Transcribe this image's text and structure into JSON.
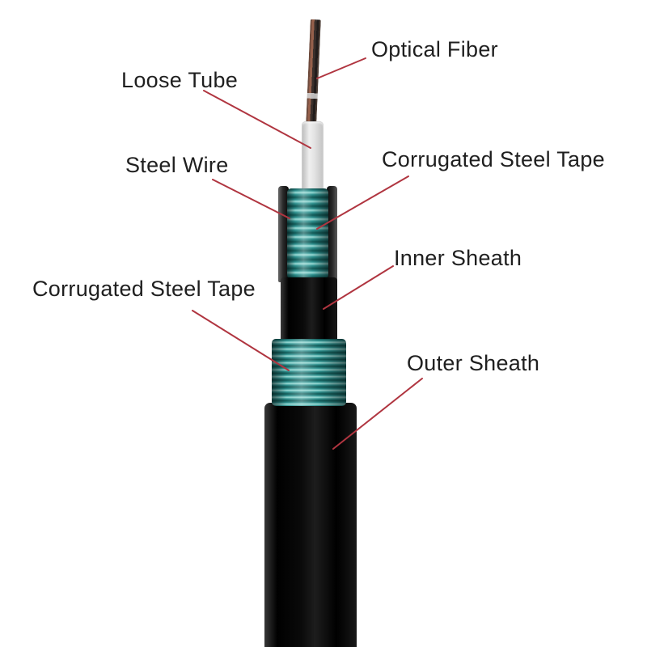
{
  "colors": {
    "background": "#ffffff",
    "text": "#1f1f1f",
    "leader": "#b03540",
    "teal": "#2f9391",
    "teal_light": "#9adcd6",
    "teal_dark": "#115a57"
  },
  "diagram": {
    "subject": "fiber-optic-cable-cutaway",
    "labels": {
      "optical_fiber": "Optical Fiber",
      "loose_tube": "Loose Tube",
      "steel_wire": "Steel Wire",
      "corrugated_steel_tape_upper": "Corrugated Steel Tape",
      "inner_sheath": "Inner Sheath",
      "corrugated_steel_tape_lower": "Corrugated Steel Tape",
      "outer_sheath": "Outer Sheath"
    },
    "layers_top_to_bottom": [
      "Optical Fiber",
      "Loose Tube",
      "Steel Wire",
      "Corrugated Steel Tape",
      "Inner Sheath",
      "Corrugated Steel Tape",
      "Outer Sheath"
    ]
  }
}
